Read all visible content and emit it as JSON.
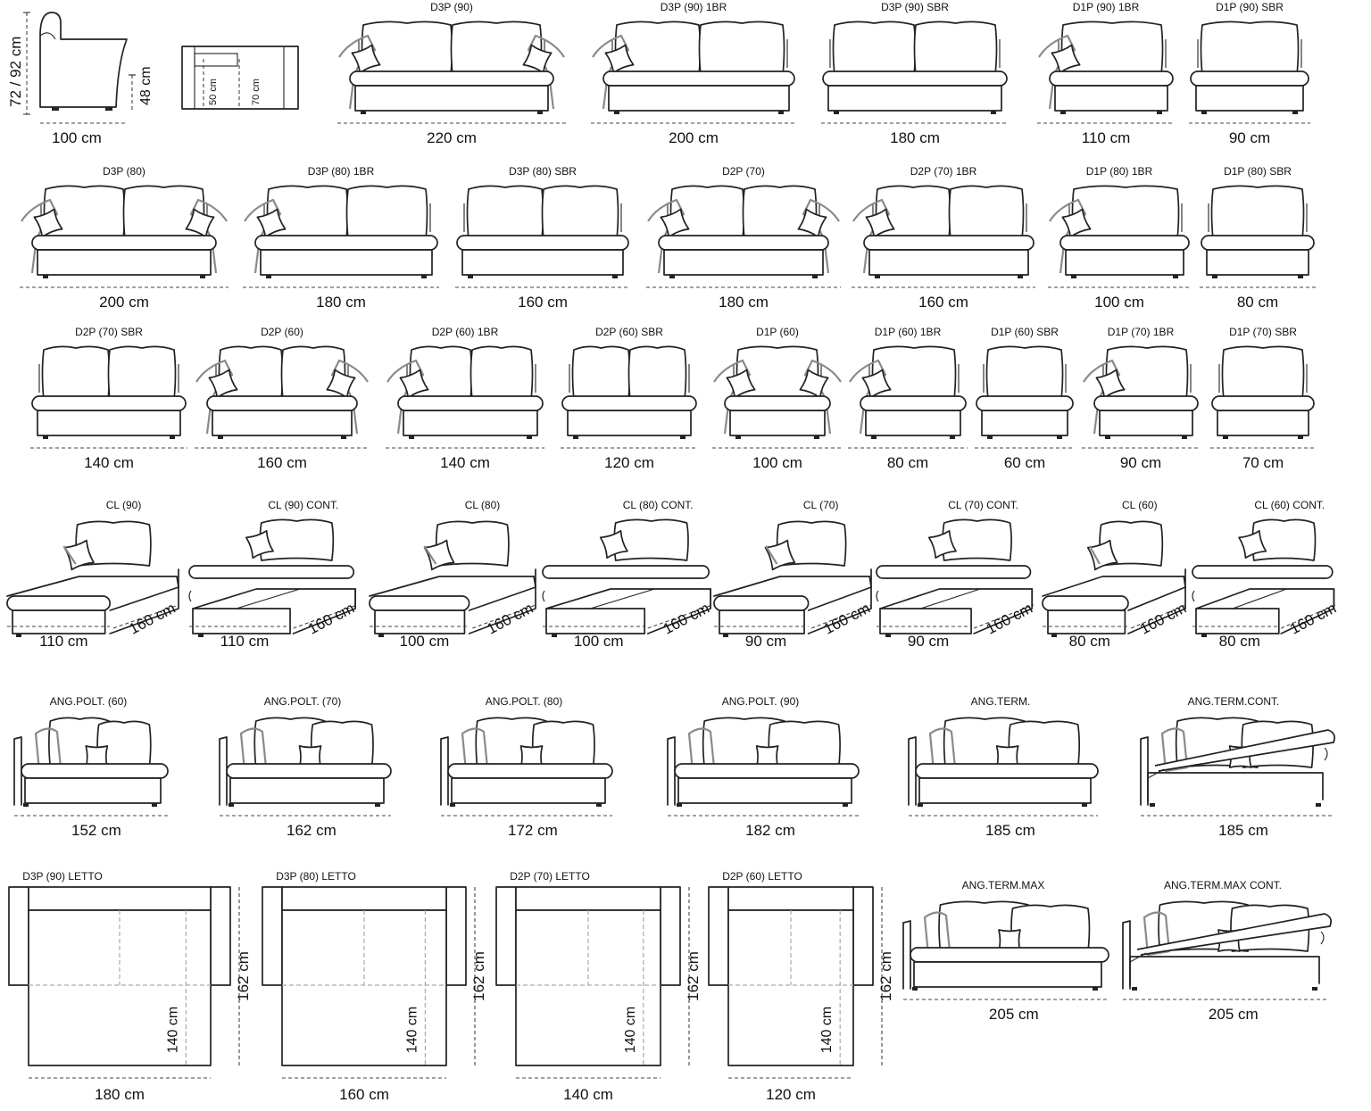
{
  "side_views": {
    "height_label": "72 / 92 cm",
    "seat_height_label": "48 cm",
    "depth_label": "100 cm",
    "seat_depth_a": "50 cm",
    "seat_depth_b": "70 cm"
  },
  "rows": [
    [
      {
        "kind": "sofa",
        "code": "D3P (90)",
        "width": "220 cm",
        "seats": 2,
        "arms": "double"
      },
      {
        "kind": "sofa",
        "code": "D3P (90) 1BR",
        "width": "200 cm",
        "seats": 2,
        "arms": "left"
      },
      {
        "kind": "sofa",
        "code": "D3P (90) SBR",
        "width": "180 cm",
        "seats": 2,
        "arms": "none"
      },
      {
        "kind": "sofa",
        "code": "D1P (90) 1BR",
        "width": "110 cm",
        "seats": 1,
        "arms": "left"
      },
      {
        "kind": "sofa",
        "code": "D1P (90) SBR",
        "width": "90 cm",
        "seats": 1,
        "arms": "none"
      }
    ],
    [
      {
        "kind": "sofa",
        "code": "D3P (80)",
        "width": "200 cm",
        "seats": 2,
        "arms": "double"
      },
      {
        "kind": "sofa",
        "code": "D3P (80) 1BR",
        "width": "180 cm",
        "seats": 2,
        "arms": "left"
      },
      {
        "kind": "sofa",
        "code": "D3P (80) SBR",
        "width": "160 cm",
        "seats": 2,
        "arms": "none"
      },
      {
        "kind": "sofa",
        "code": "D2P (70)",
        "width": "180 cm",
        "seats": 2,
        "arms": "double"
      },
      {
        "kind": "sofa",
        "code": "D2P (70) 1BR",
        "width": "160 cm",
        "seats": 2,
        "arms": "left"
      },
      {
        "kind": "sofa",
        "code": "D1P (80) 1BR",
        "width": "100 cm",
        "seats": 1,
        "arms": "left"
      },
      {
        "kind": "sofa",
        "code": "D1P (80) SBR",
        "width": "80 cm",
        "seats": 1,
        "arms": "none"
      }
    ],
    [
      {
        "kind": "sofa",
        "code": "D2P (70) SBR",
        "width": "140 cm",
        "seats": 2,
        "arms": "none"
      },
      {
        "kind": "sofa",
        "code": "D2P (60)",
        "width": "160 cm",
        "seats": 2,
        "arms": "double"
      },
      {
        "kind": "sofa",
        "code": "D2P (60) 1BR",
        "width": "140 cm",
        "seats": 2,
        "arms": "left"
      },
      {
        "kind": "sofa",
        "code": "D2P (60) SBR",
        "width": "120 cm",
        "seats": 2,
        "arms": "none"
      },
      {
        "kind": "sofa",
        "code": "D1P (60)",
        "width": "100 cm",
        "seats": 1,
        "arms": "double"
      },
      {
        "kind": "sofa",
        "code": "D1P (60) 1BR",
        "width": "80 cm",
        "seats": 1,
        "arms": "left"
      },
      {
        "kind": "sofa",
        "code": "D1P (60) SBR",
        "width": "60 cm",
        "seats": 1,
        "arms": "none"
      },
      {
        "kind": "sofa",
        "code": "D1P (70) 1BR",
        "width": "90 cm",
        "seats": 1,
        "arms": "left"
      },
      {
        "kind": "sofa",
        "code": "D1P (70) SBR",
        "width": "70 cm",
        "seats": 1,
        "arms": "none"
      }
    ],
    [
      {
        "kind": "chaise",
        "code": "CL (90)",
        "width": "110 cm",
        "depth": "160 cm",
        "cont": false
      },
      {
        "kind": "chaise",
        "code": "CL (90) CONT.",
        "width": "110 cm",
        "depth": "160 cm",
        "cont": true
      },
      {
        "kind": "chaise",
        "code": "CL (80)",
        "width": "100 cm",
        "depth": "160 cm",
        "cont": false
      },
      {
        "kind": "chaise",
        "code": "CL (80) CONT.",
        "width": "100 cm",
        "depth": "160 cm",
        "cont": true
      },
      {
        "kind": "chaise",
        "code": "CL (70)",
        "width": "90 cm",
        "depth": "160 cm",
        "cont": false
      },
      {
        "kind": "chaise",
        "code": "CL (70) CONT.",
        "width": "90 cm",
        "depth": "160 cm",
        "cont": true
      },
      {
        "kind": "chaise",
        "code": "CL (60)",
        "width": "80 cm",
        "depth": "160 cm",
        "cont": false
      },
      {
        "kind": "chaise",
        "code": "CL (60) CONT.",
        "width": "80 cm",
        "depth": "160 cm",
        "cont": true
      }
    ],
    [
      {
        "kind": "corner",
        "code": "ANG.POLT. (60)",
        "width": "152 cm",
        "cont": false
      },
      {
        "kind": "corner",
        "code": "ANG.POLT. (70)",
        "width": "162 cm",
        "cont": false
      },
      {
        "kind": "corner",
        "code": "ANG.POLT. (80)",
        "width": "172 cm",
        "cont": false
      },
      {
        "kind": "corner",
        "code": "ANG.POLT. (90)",
        "width": "182 cm",
        "cont": false
      },
      {
        "kind": "corner",
        "code": "ANG.TERM.",
        "width": "185 cm",
        "cont": false
      },
      {
        "kind": "corner",
        "code": "ANG.TERM.CONT.",
        "width": "185 cm",
        "cont": true
      }
    ],
    [
      {
        "kind": "bed",
        "code": "D3P (90) LETTO",
        "width": "180 cm",
        "length": "162 cm",
        "mattress": "140 cm"
      },
      {
        "kind": "bed",
        "code": "D3P (80) LETTO",
        "width": "160 cm",
        "length": "162 cm",
        "mattress": "140 cm"
      },
      {
        "kind": "bed",
        "code": "D2P (70) LETTO",
        "width": "140 cm",
        "length": "162 cm",
        "mattress": "140 cm"
      },
      {
        "kind": "bed",
        "code": "D2P (60) LETTO",
        "width": "120 cm",
        "length": "162 cm",
        "mattress": "140 cm"
      },
      {
        "kind": "corner",
        "code": "ANG.TERM.MAX",
        "width": "205 cm",
        "cont": false
      },
      {
        "kind": "corner",
        "code": "ANG.TERM.MAX CONT.",
        "width": "205 cm",
        "cont": true
      }
    ]
  ]
}
